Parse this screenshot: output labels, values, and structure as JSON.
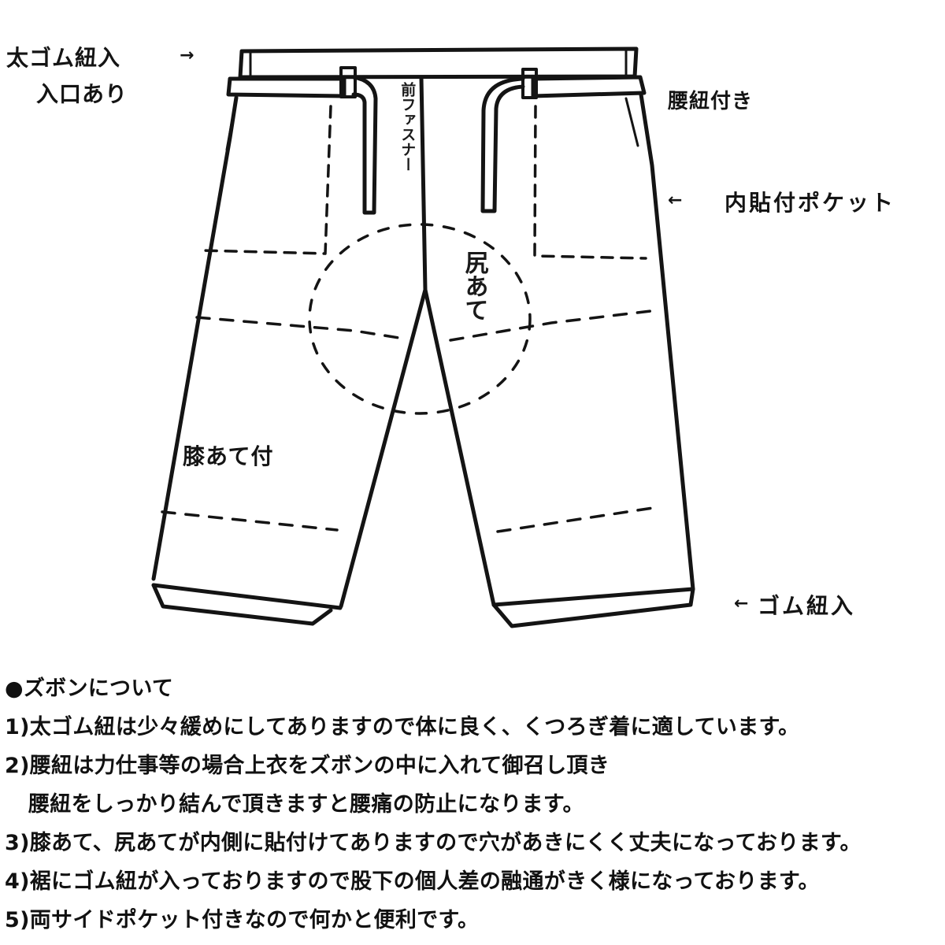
{
  "diagram": {
    "subject": "ズボン",
    "labels": {
      "waist_elastic": "太ゴム紐入",
      "waist_elastic_sub": "入口あり",
      "waist_elastic_arrow": "→",
      "waist_cord": "腰紐付き",
      "inner_pocket": "内貼付ポケット",
      "inner_pocket_arrow": "←",
      "front_zipper": "前ファスナー",
      "seat_patch": "尻あて",
      "knee_patch": "膝あて付",
      "hem_elastic": "ゴム紐入",
      "hem_elastic_arrow": "←"
    },
    "colors": {
      "ink": "#141414",
      "paper": "#ffffff"
    }
  },
  "notes": {
    "heading": "●ズボンについて",
    "items": [
      {
        "text": "1)太ゴム紐は少々緩めにしてありますので体に良く、くつろぎ着に適しています。"
      },
      {
        "text": "2)腰紐は力仕事等の場合上衣をズボンの中に入れて御召し頂き"
      },
      {
        "text": "腰紐をしっかり結んで頂きますと腰痛の防止になります。"
      },
      {
        "text": "3)膝あて、尻あてが内側に貼付けてありますので穴があきにくく丈夫になっております。"
      },
      {
        "text": "4)裾にゴム紐が入っておりますので股下の個人差の融通がきく様になっております。"
      },
      {
        "text": "5)両サイドポケット付きなので何かと便利です。"
      }
    ]
  }
}
